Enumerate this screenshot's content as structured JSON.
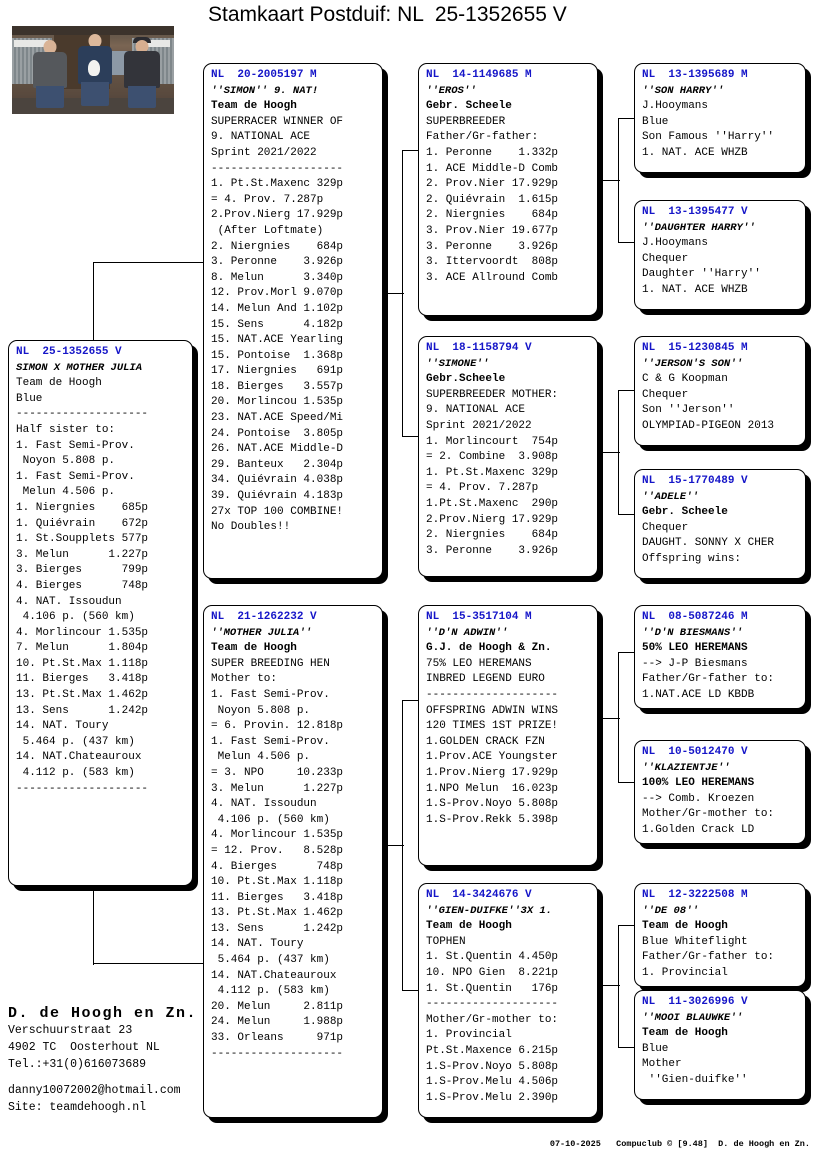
{
  "header": {
    "title": "Stamkaart Postduif: NL  25-1352655 V",
    "photo_alt": "three-fanciers-photo"
  },
  "subject": {
    "ring": "NL  25-1352655 V",
    "nick": "SIMON X MOTHER JULIA",
    "lines": [
      "Team de Hoogh",
      "Blue",
      "--------------------",
      "Half sister to:",
      "1. Fast Semi-Prov.",
      " Noyon 5.808 p.",
      "1. Fast Semi-Prov.",
      " Melun 4.506 p.",
      "1. Niergnies    685p",
      "1. Quiévrain    672p",
      "1. St.Soupplets 577p",
      "3. Melun      1.227p",
      "3. Bierges      799p",
      "4. Bierges      748p",
      "4. NAT. Issoudun",
      " 4.106 p. (560 km)",
      "4. Morlincour 1.535p",
      "7. Melun      1.804p",
      "10. Pt.St.Max 1.118p",
      "11. Bierges   3.418p",
      "13. Pt.St.Max 1.462p",
      "13. Sens      1.242p",
      "14. NAT. Toury",
      " 5.464 p. (437 km)",
      "14. NAT.Chateauroux",
      " 4.112 p. (583 km)",
      "--------------------"
    ]
  },
  "father": {
    "ring": "NL  20-2005197 M",
    "nick": "''SIMON'' 9. NAT!",
    "bold_lines": [
      "Team de Hoogh"
    ],
    "lines": [
      "SUPERRACER WINNER OF",
      "9. NATIONAL ACE",
      "Sprint 2021/2022",
      "--------------------",
      "1. Pt.St.Maxenc 329p",
      "= 4. Prov. 7.287p",
      "2.Prov.Nierg 17.929p",
      " (After Loftmate)",
      "2. Niergnies    684p",
      "3. Peronne    3.926p",
      "8. Melun      3.340p",
      "12. Prov.Morl 9.070p",
      "14. Melun And 1.102p",
      "15. Sens      4.182p",
      "15. NAT.ACE Yearling",
      "15. Pontoise  1.368p",
      "17. Niergnies   691p",
      "18. Bierges   3.557p",
      "20. Morlincou 1.535p",
      "23. NAT.ACE Speed/Mi",
      "24. Pontoise  3.805p",
      "26. NAT.ACE Middle-D",
      "29. Banteux   2.304p",
      "34. Quiévrain 4.038p",
      "39. Quiévrain 4.183p",
      "27x TOP 100 COMBINE!",
      "No Doubles!!"
    ]
  },
  "mother": {
    "ring": "NL  21-1262232 V",
    "nick": "''MOTHER JULIA''",
    "bold_lines": [
      "Team de Hoogh"
    ],
    "lines": [
      "SUPER BREEDING HEN",
      "Mother to:",
      "1. Fast Semi-Prov.",
      " Noyon 5.808 p.",
      "= 6. Provin. 12.818p",
      "1. Fast Semi-Prov.",
      " Melun 4.506 p.",
      "= 3. NPO     10.233p",
      "3. Melun      1.227p",
      "4. NAT. Issoudun",
      " 4.106 p. (560 km)",
      "4. Morlincour 1.535p",
      "= 12. Prov.   8.528p",
      "4. Bierges      748p",
      "10. Pt.St.Max 1.118p",
      "11. Bierges   3.418p",
      "13. Pt.St.Max 1.462p",
      "13. Sens      1.242p",
      "14. NAT. Toury",
      " 5.464 p. (437 km)",
      "14. NAT.Chateauroux",
      " 4.112 p. (583 km)",
      "20. Melun     2.811p",
      "24. Melun     1.988p",
      "33. Orleans     971p",
      "--------------------"
    ]
  },
  "gen3": [
    {
      "id": "ff",
      "ring": "NL  14-1149685 M",
      "nick": "''EROS''",
      "bold_lines": [
        "Gebr. Scheele"
      ],
      "lines": [
        "SUPERBREEDER",
        "Father/Gr-father:",
        "1. Peronne    1.332p",
        "1. ACE Middle-D Comb",
        "2. Prov.Nier 17.929p",
        "2. Quiévrain  1.615p",
        "2. Niergnies    684p",
        "3. Prov.Nier 19.677p",
        "3. Peronne    3.926p",
        "3. Ittervoordt  808p",
        "3. ACE Allround Comb"
      ]
    },
    {
      "id": "fm",
      "ring": "NL  18-1158794 V",
      "nick": "''SIMONE''",
      "bold_lines": [
        "Gebr.Scheele"
      ],
      "lines": [
        "SUPERBREEDER MOTHER:",
        "9. NATIONAL ACE",
        "Sprint 2021/2022",
        "1. Morlincourt  754p",
        "= 2. Combine  3.908p",
        "1. Pt.St.Maxenc 329p",
        "= 4. Prov. 7.287p",
        "1.Pt.St.Maxenc  290p",
        "2.Prov.Nierg 17.929p",
        "2. Niergnies    684p",
        "3. Peronne    3.926p"
      ]
    },
    {
      "id": "mf",
      "ring": "NL  15-3517104 M",
      "nick": "''D'N ADWIN''",
      "bold_lines": [
        "G.J. de Hoogh & Zn."
      ],
      "lines": [
        "75% LEO HEREMANS",
        "INBRED LEGEND EURO",
        "--------------------",
        "OFFSPRING ADWIN WINS",
        "120 TIMES 1ST PRIZE!",
        "1.GOLDEN CRACK FZN",
        "1.Prov.ACE Youngster",
        "1.Prov.Nierg 17.929p",
        "1.NPO Melun  16.023p",
        "1.S-Prov.Noyo 5.808p",
        "1.S-Prov.Rekk 5.398p"
      ]
    },
    {
      "id": "mm",
      "ring": "NL  14-3424676 V",
      "nick": "''GIEN-DUIFKE''3X 1.",
      "bold_lines": [
        "Team de Hoogh"
      ],
      "lines": [
        "TOPHEN",
        "1. St.Quentin 4.450p",
        "10. NPO Gien  8.221p",
        "1. St.Quentin   176p",
        "--------------------",
        "Mother/Gr-mother to:",
        "1. Provincial",
        "Pt.St.Maxence 6.215p",
        "1.S-Prov.Noyo 5.808p",
        "1.S-Prov.Melu 4.506p",
        "1.S-Prov.Melu 2.390p"
      ]
    }
  ],
  "gen4": [
    {
      "id": "fff",
      "ring": "NL  13-1395689 M",
      "nick": "''SON HARRY''",
      "bold_lines": [],
      "lines": [
        "J.Hooymans",
        "Blue",
        "Son Famous ''Harry''",
        "1. NAT. ACE WHZB"
      ]
    },
    {
      "id": "ffm",
      "ring": "NL  13-1395477 V",
      "nick": "''DAUGHTER HARRY''",
      "bold_lines": [],
      "lines": [
        "J.Hooymans",
        "Chequer",
        "Daughter ''Harry''",
        "1. NAT. ACE WHZB"
      ]
    },
    {
      "id": "fmf",
      "ring": "NL  15-1230845 M",
      "nick": "''JERSON'S SON''",
      "bold_lines": [],
      "lines": [
        "C & G Koopman",
        "Chequer",
        "Son ''Jerson''",
        "OLYMPIAD-PIGEON 2013"
      ]
    },
    {
      "id": "fmm",
      "ring": "NL  15-1770489 V",
      "nick": "''ADELE''",
      "bold_lines": [
        "Gebr. Scheele"
      ],
      "lines": [
        "Chequer",
        "DAUGHT. SONNY X CHER",
        "Offspring wins:"
      ]
    },
    {
      "id": "mff",
      "ring": "NL  08-5087246 M",
      "nick": "''D'N BIESMANS''",
      "bold_lines": [
        "50% LEO HEREMANS"
      ],
      "lines": [
        "--> J-P Biesmans",
        "Father/Gr-father to:",
        "1.NAT.ACE LD KBDB"
      ]
    },
    {
      "id": "mfm",
      "ring": "NL  10-5012470 V",
      "nick": "''KLAZIENTJE''",
      "bold_lines": [
        "100% LEO HEREMANS"
      ],
      "lines": [
        "--> Comb. Kroezen",
        "Mother/Gr-mother to:",
        "1.Golden Crack LD"
      ]
    },
    {
      "id": "mmf",
      "ring": "NL  12-3222508 M",
      "nick": "''DE 08''",
      "bold_lines": [
        "Team de Hoogh"
      ],
      "lines": [
        "Blue Whiteflight",
        "Father/Gr-father to:",
        "1. Provincial"
      ]
    },
    {
      "id": "mmm",
      "ring": "NL  11-3026996 V",
      "nick": "''MOOI BLAUWKE''",
      "bold_lines": [
        "Team de Hoogh"
      ],
      "lines": [
        "Blue",
        "Mother",
        " ''Gien-duifke''"
      ]
    }
  ],
  "owner": {
    "name": "D. de Hoogh en Zn.",
    "address1": "Verschuurstraat 23",
    "address2": "4902 TC  Oosterhout NL",
    "phone": "Tel.:+31(0)616073689",
    "email": "danny10072002@hotmail.com",
    "site": "Site: teamdehoogh.nl"
  },
  "footer": {
    "text": "07-10-2025   Compuclub © [9.48]  D. de Hoogh en Zn."
  },
  "colors": {
    "ring": "#1515c8",
    "ink": "#000000",
    "paper": "#ffffff"
  }
}
